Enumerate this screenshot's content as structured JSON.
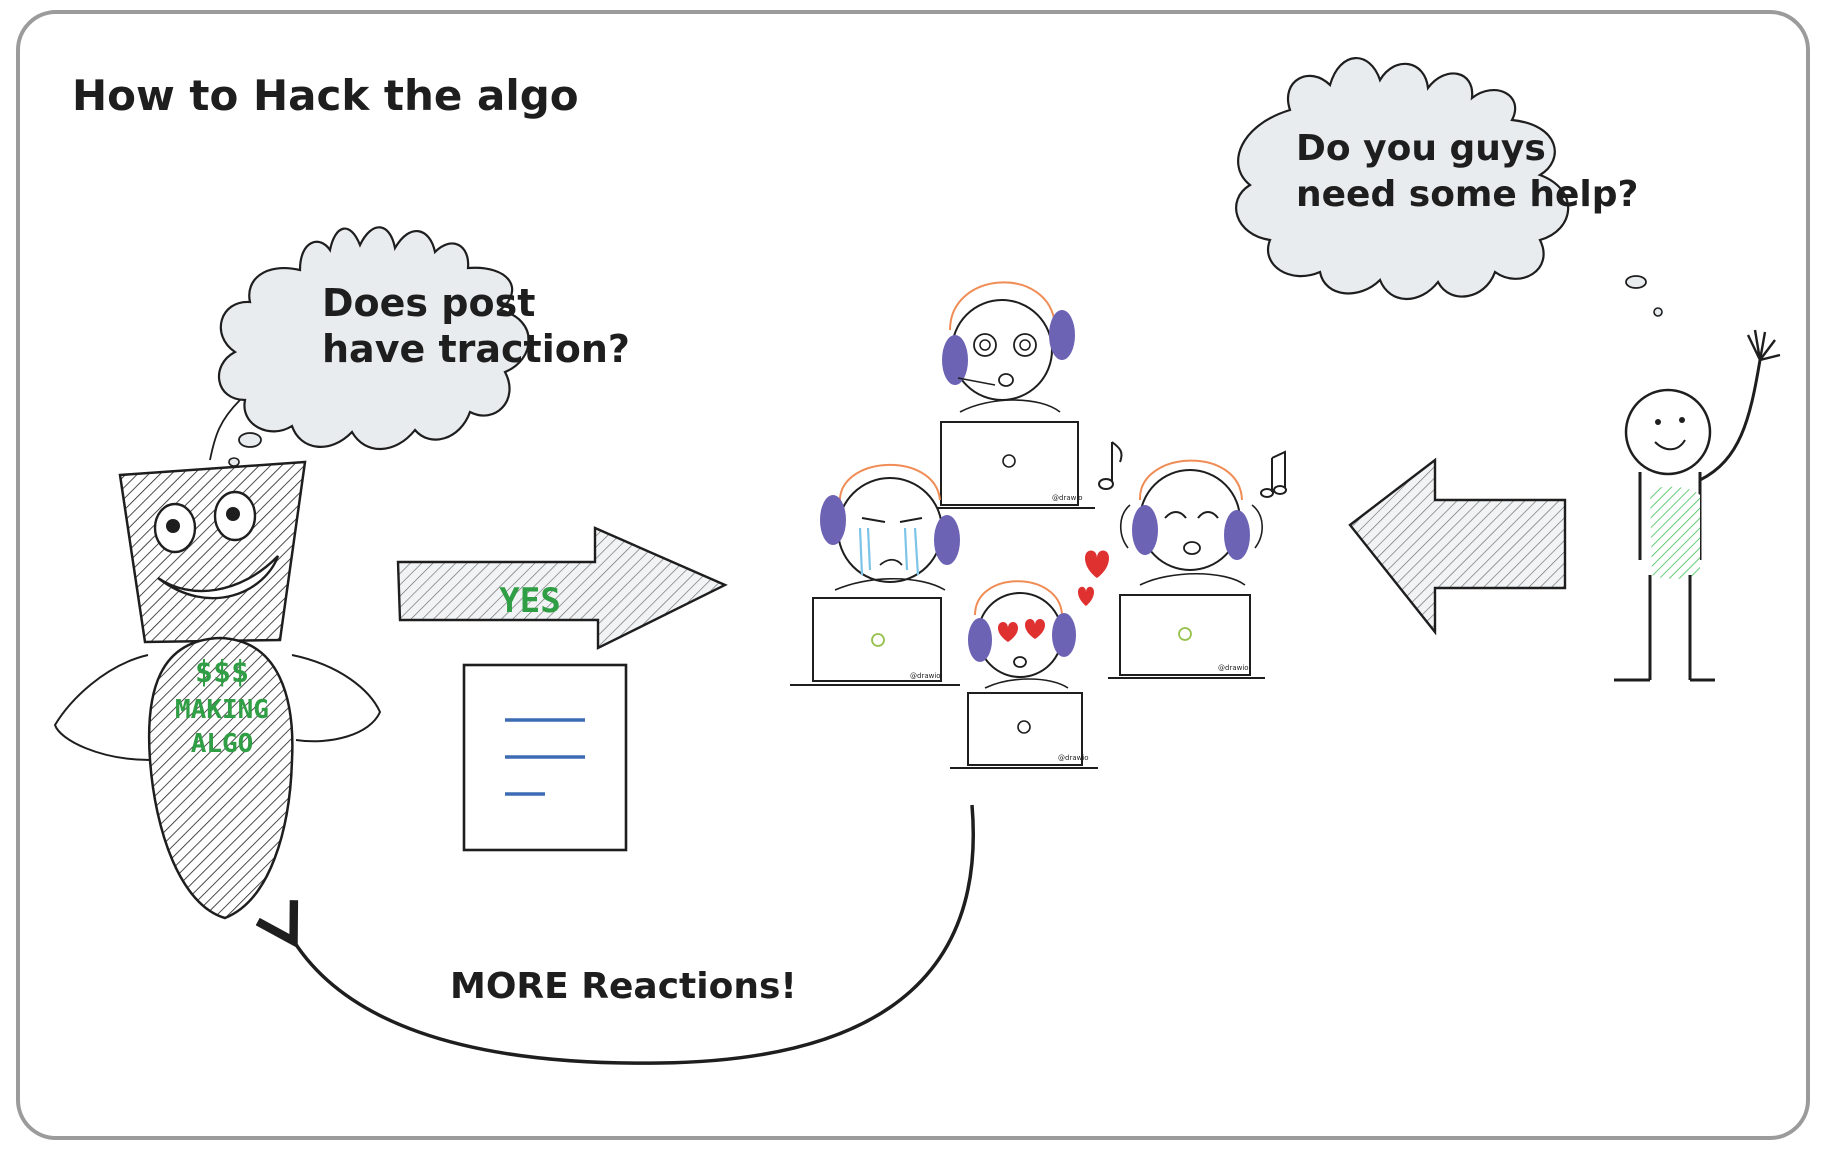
{
  "title": "How to Hack the algo",
  "algo_bubble": {
    "line1": "Does post",
    "line2": "have traction?"
  },
  "user_bubble": {
    "line1": "Do you guys",
    "line2": "need some help?"
  },
  "algo_body": {
    "line1": "$$$",
    "line2": "MAKING",
    "line3": "ALGO"
  },
  "arrow_label": "YES",
  "feedback_label": "MORE Reactions!",
  "watermark": "@drawio",
  "colors": {
    "frame": "#9b9b9b",
    "bubble_fill": "#e9ecef",
    "headset": "#6c63b5",
    "headband": "#f08c55",
    "text_green": "#2f9e44",
    "doc_lines": "#3d6bb3",
    "hearts": "#e03131",
    "tears": "#7cc4e8",
    "user_shirt": "#40c057"
  },
  "icons": [
    "thought-bubble",
    "robot-algo",
    "arrow-right",
    "document-icon",
    "support-agent",
    "laptop",
    "music-note",
    "heart",
    "arrow-left",
    "waving-person",
    "curved-arrow"
  ]
}
